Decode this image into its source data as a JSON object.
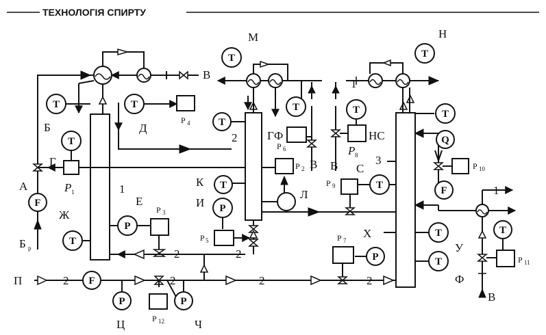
{
  "header": {
    "title": "ТЕХНОЛОГІЯ СПИРТУ"
  },
  "instruments": {
    "T": "T",
    "F": "F",
    "P": "P",
    "Q": "Q"
  },
  "labels": {
    "A": "А",
    "B": "Б",
    "Br": "Б",
    "Br_sub": "р",
    "G": "Г",
    "D": "Д",
    "E": "Е",
    "Zh": "Ж",
    "I1": "1",
    "P1": "P",
    "P1_sub": "1",
    "P3": "P",
    "P3_sub": "3",
    "P4": "P",
    "P4_sub": "4",
    "M": "М",
    "V1": "В",
    "GF": "ГФ",
    "P6": "P",
    "P6_sub": "6",
    "P2": "P",
    "P2_sub": "2",
    "V2": "В",
    "K": "К",
    "I": "И",
    "L": "Л",
    "P5": "P",
    "P5_sub": "5",
    "two_col": "2",
    "H": "Н",
    "HC": "НС",
    "P8": "P",
    "P8_sub": "8",
    "V3": "В",
    "C": "С",
    "three": "3",
    "P9": "P",
    "P9_sub": "9",
    "X": "Х",
    "P7": "P",
    "P7_sub": "7",
    "U": "У",
    "F_lbl": "Ф",
    "P10": "P",
    "P10_sub": "10",
    "P11": "P",
    "P11_sub": "11",
    "one_top": "1",
    "one_right": "1",
    "V4": "В",
    "Pi": "П",
    "Ts": "Ц",
    "Ch": "Ч",
    "P12": "P",
    "P12_sub": "12",
    "line_two_a": "2",
    "line_two_b": "2",
    "line_two_c": "2",
    "line_two_d": "2",
    "line_two_e": "2",
    "line_two_f": "2"
  }
}
